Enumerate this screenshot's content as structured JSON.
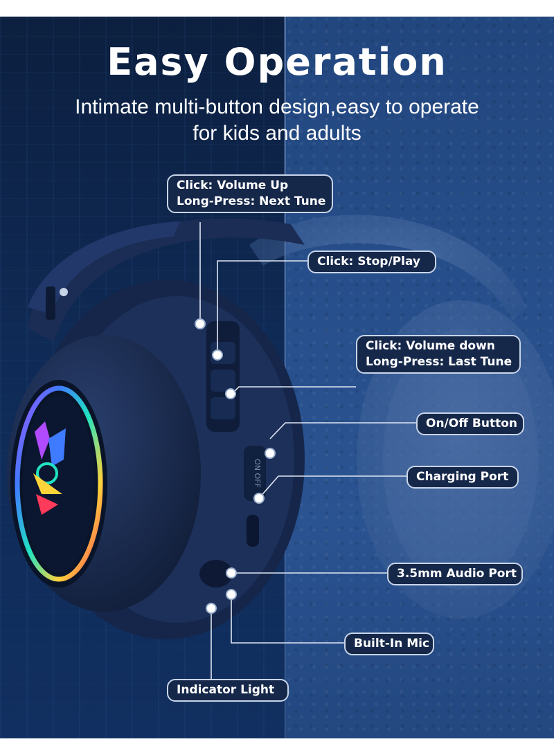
{
  "header": {
    "title": "Easy Operation",
    "subtitle_line1": "Intimate multi-button design,easy to operate",
    "subtitle_line2": "for kids and adults"
  },
  "callouts": {
    "volume_up": {
      "line1": "Click: Volume Up",
      "line2": "Long-Press: Next Tune"
    },
    "stop_play": {
      "line1": "Click: Stop/Play"
    },
    "volume_down": {
      "line1": "Click: Volume down",
      "line2": "Long-Press: Last Tune"
    },
    "on_off": {
      "line1": "On/Off Button"
    },
    "charging": {
      "line1": "Charging Port"
    },
    "audio_port": {
      "line1": "3.5mm Audio Port"
    },
    "mic": {
      "line1": "Built-In Mic"
    },
    "indicator": {
      "line1": "Indicator Light"
    }
  },
  "product": {
    "switch_label": "ON OFF",
    "icon_names": [
      "headphone-image",
      "rgb-ring-light",
      "logo-emblem"
    ]
  },
  "colors": {
    "callout_bg": "#16284a",
    "callout_border": "#c9d6ea",
    "text": "#ffffff"
  }
}
